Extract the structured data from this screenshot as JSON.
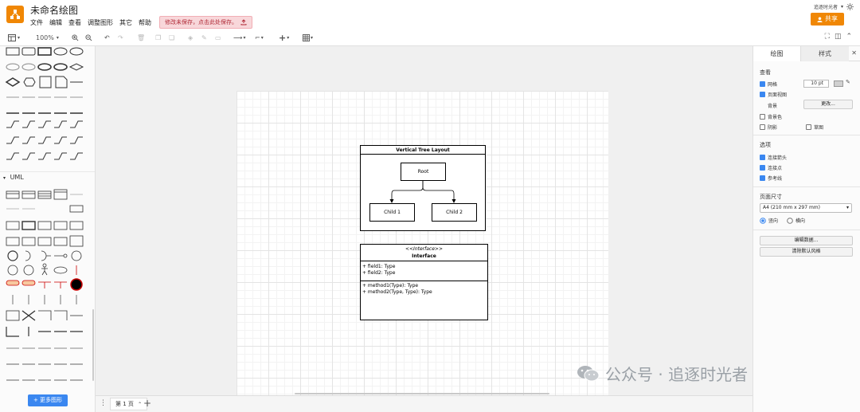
{
  "app": {
    "title": "未命名绘图",
    "menus": [
      "文件",
      "编辑",
      "查看",
      "调整图形",
      "其它",
      "帮助"
    ],
    "unsaved_notice": "修改未保存，点击此处保存。",
    "user_label": "追逐时光者",
    "share_label": "共享"
  },
  "toolbar": {
    "zoom": "100%"
  },
  "left_panel": {
    "uml_section": "UML",
    "more_shapes": "+ 更多图形"
  },
  "diagram": {
    "tree_title": "Vertical Tree Layout",
    "root": "Root",
    "child1": "Child 1",
    "child2": "Child 2",
    "iface_stereotype": "<<Interface>>",
    "iface_name": "Interface",
    "fields": [
      "+ field1: Type",
      "+ field2: Type"
    ],
    "methods": [
      "+ method1(Type): Type",
      "+ method2(Type, Type): Type"
    ]
  },
  "footer": {
    "page_tab": "第 1 页"
  },
  "watermark": "公众号 · 追逐时光者",
  "right_panel": {
    "tab_diagram": "绘图",
    "tab_style": "样式",
    "view_section": "查看",
    "grid": "网格",
    "grid_size": "10 pt",
    "page_view": "页面视图",
    "background": "背景",
    "change_btn": "更改...",
    "bg_color": "背景色",
    "shadow": "阴影",
    "sketch": "草图",
    "options_section": "选项",
    "connection_arrows": "连接箭头",
    "connection_points": "连接点",
    "guides": "参考线",
    "page_size_section": "页面尺寸",
    "page_size": "A4 (210 mm x 297 mm)",
    "portrait": "竖向",
    "landscape": "横向",
    "edit_data_btn": "编辑数据...",
    "clear_style_btn": "清除默认风格"
  }
}
